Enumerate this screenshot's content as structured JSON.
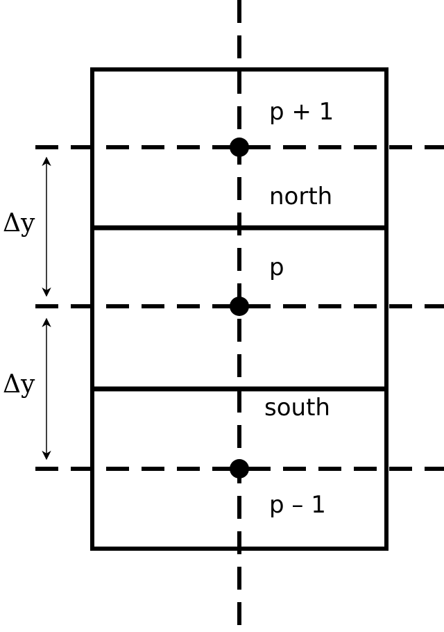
{
  "labels": {
    "p_plus_1": "p + 1",
    "north": "north",
    "p": "p",
    "south": "south",
    "p_minus_1": "p – 1",
    "delta_y_upper": "Δy",
    "delta_y_lower": "Δy"
  },
  "colors": {
    "ink": "#000000",
    "background": "#ffffff"
  }
}
